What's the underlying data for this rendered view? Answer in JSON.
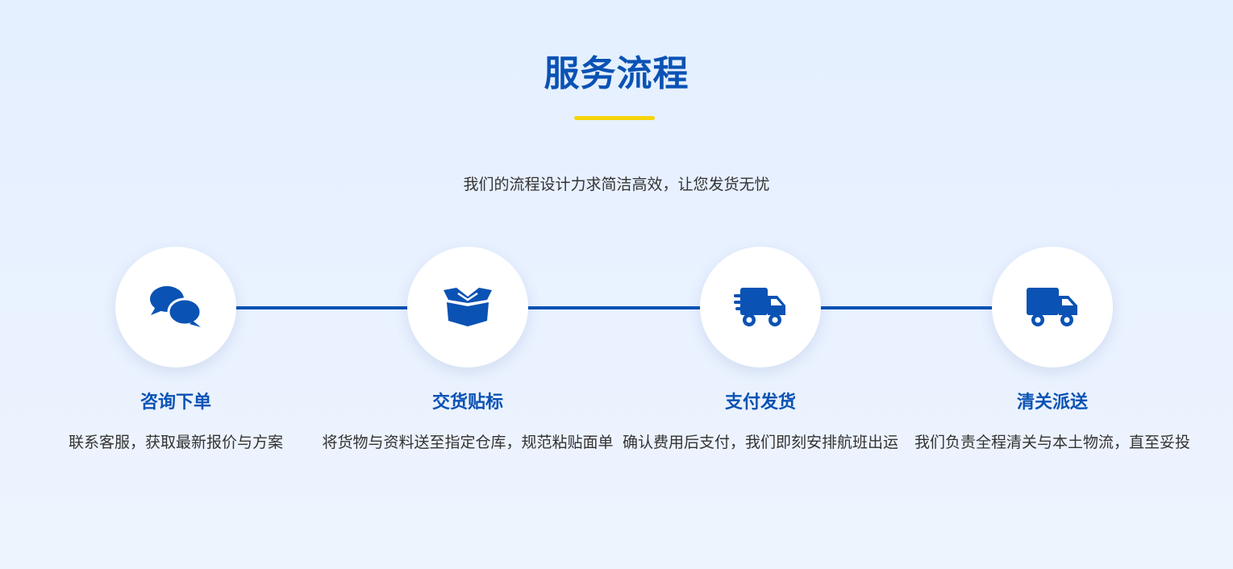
{
  "section": {
    "title": "服务流程",
    "subtitle": "我们的流程设计力求简洁高效，让您发货无忧"
  },
  "colors": {
    "primary": "#0a52b4",
    "accent": "#f7d40a",
    "text": "#333333",
    "circle_bg": "#ffffff"
  },
  "steps": [
    {
      "icon": "chat-bubbles-icon",
      "title": "咨询下单",
      "desc": "联系客服，获取最新报价与方案"
    },
    {
      "icon": "open-box-icon",
      "title": "交货贴标",
      "desc": "将货物与资料送至指定仓库，规范粘贴面单"
    },
    {
      "icon": "fast-truck-icon",
      "title": "支付发货",
      "desc": "确认费用后支付，我们即刻安排航班出运"
    },
    {
      "icon": "delivery-truck-icon",
      "title": "清关派送",
      "desc": "我们负责全程清关与本土物流，直至妥投"
    }
  ]
}
